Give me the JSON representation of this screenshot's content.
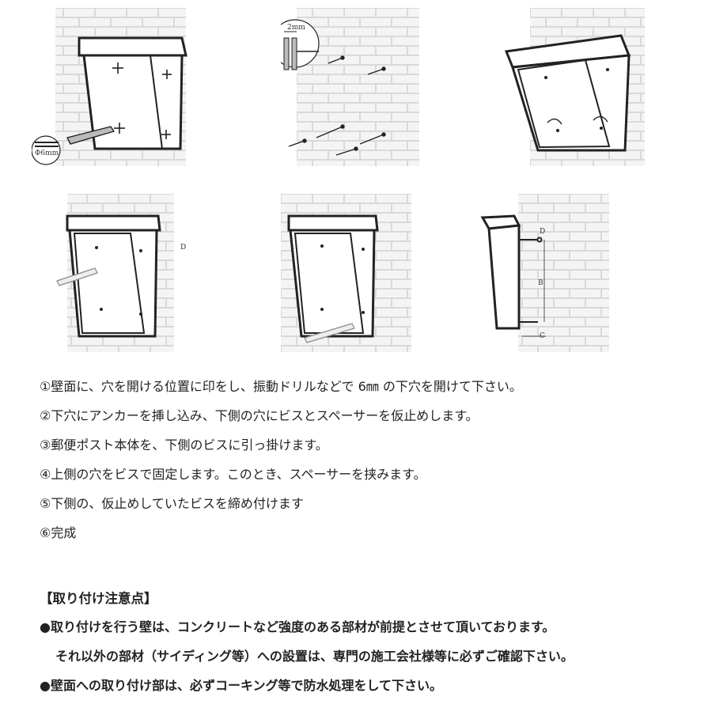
{
  "figure_labels": {
    "drill_size": "Φ6mm",
    "gap": "2mm",
    "dim_d_side": "D",
    "dim_d": "D",
    "dim_b": "B",
    "dim_c": "C"
  },
  "steps": [
    "①壁面に、穴を開ける位置に印をし、振動ドリルなどで 6㎜ の下穴を開けて下さい。",
    "②下穴にアンカーを挿し込み、下側の穴にビスとスペーサーを仮止めします。",
    "③郵便ポスト本体を、下側のビスに引っ掛けます。",
    "④上側の穴をビスで固定します。このとき、スペーサーを挟みます。",
    "⑤下側の、仮止めしていたビスを締め付けます",
    "⑥完成"
  ],
  "notes": {
    "title": "【取り付け注意点】",
    "items": [
      "●取り付けを行う壁は、コンクリートなど強度のある部材が前提とさせて頂いております。",
      "それ以外の部材（サイディング等）への設置は、専門の施工会社様等に必ずご確認下さい。",
      "●壁面への取り付け部は、必ずコーキング等で防水処理をして下さい。"
    ]
  }
}
